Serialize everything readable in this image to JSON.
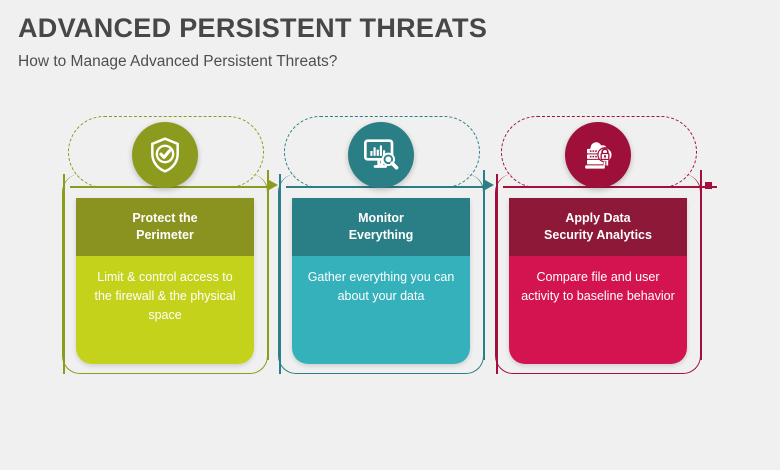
{
  "header": {
    "title": "ADVANCED PERSISTENT THREATS",
    "subtitle": "How to Manage Advanced Persistent Threats?",
    "title_color": "#474747"
  },
  "cards": [
    {
      "id": "protect-the-perimeter",
      "heading": "Protect the\nPerimeter",
      "heading_line1": "Protect the",
      "heading_line2": "Perimeter",
      "body": "Limit & control access to the firewall & the physical space",
      "icon": "shield-check-icon",
      "accent": "#8c9a1e",
      "header_color": "#8a931f",
      "body_color": "#c5d21b",
      "circle_color": "#8c9a1e",
      "connector_end": "arrow"
    },
    {
      "id": "monitor-everything",
      "heading": "Monitor\nEverything",
      "heading_line1": "Monitor",
      "heading_line2": "Everything",
      "body": "Gather everything you can about your data",
      "icon": "monitor-analytics-search-icon",
      "accent": "#2a7f86",
      "header_color": "#2a7f86",
      "body_color": "#35b1bb",
      "circle_color": "#2a7f86",
      "connector_end": "arrow"
    },
    {
      "id": "apply-data-security-analytics",
      "heading": "Apply Data\nSecurity Analytics",
      "heading_line1": "Apply Data",
      "heading_line2": "Security Analytics",
      "body": "Compare file and user activity to baseline behavior",
      "icon": "cloud-server-lock-icon",
      "accent": "#a4103c",
      "header_color": "#8e1838",
      "body_color": "#d41450",
      "circle_color": "#9e1039",
      "connector_end": "dot"
    }
  ],
  "background_color": "#f0f0f0"
}
